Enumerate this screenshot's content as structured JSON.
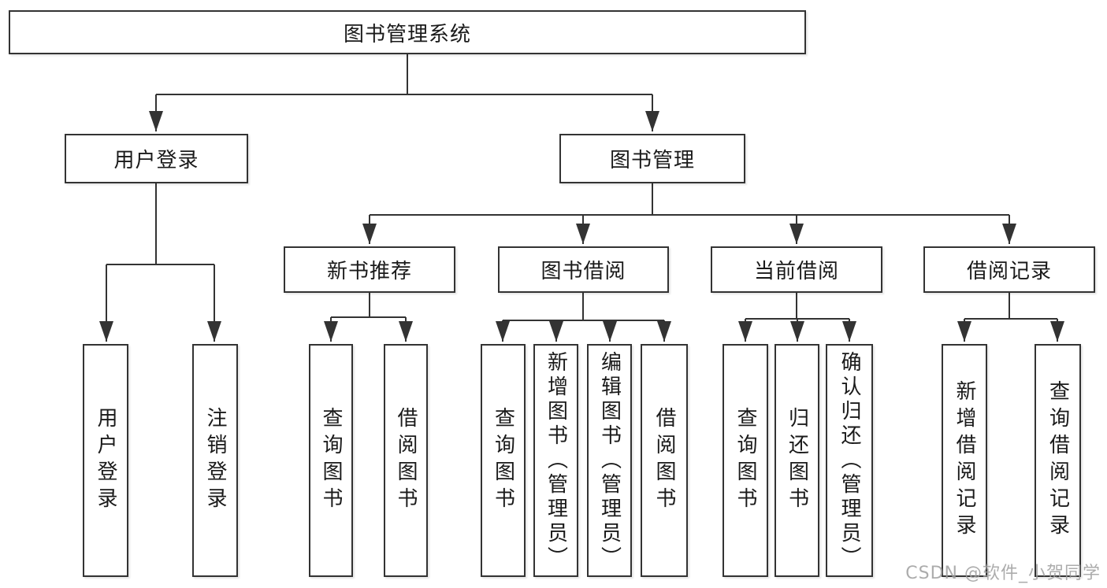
{
  "diagram": {
    "root": "图书管理系统",
    "branches": [
      {
        "label": "用户登录",
        "leaves": [
          "用户登录",
          "注销登录"
        ]
      },
      {
        "label": "图书管理",
        "groups": [
          {
            "label": "新书推荐",
            "leaves": [
              "查询图书",
              "借阅图书"
            ]
          },
          {
            "label": "图书借阅",
            "leaves": [
              "查询图书",
              "新增图书（管理员）",
              "编辑图书（管理员）",
              "借阅图书"
            ]
          },
          {
            "label": "当前借阅",
            "leaves": [
              "查询图书",
              "归还图书",
              "确认归还（管理员）"
            ]
          },
          {
            "label": "借阅记录",
            "leaves": [
              "新增借阅记录",
              "查询借阅记录"
            ]
          }
        ]
      }
    ],
    "watermark": "CSDN @软件_小贺同学",
    "colors": {
      "line": "#333333",
      "text": "#1a1a1a",
      "box_background": "#ffffff",
      "page_background": "#ffffff",
      "watermark": "#9e9e9e"
    }
  }
}
